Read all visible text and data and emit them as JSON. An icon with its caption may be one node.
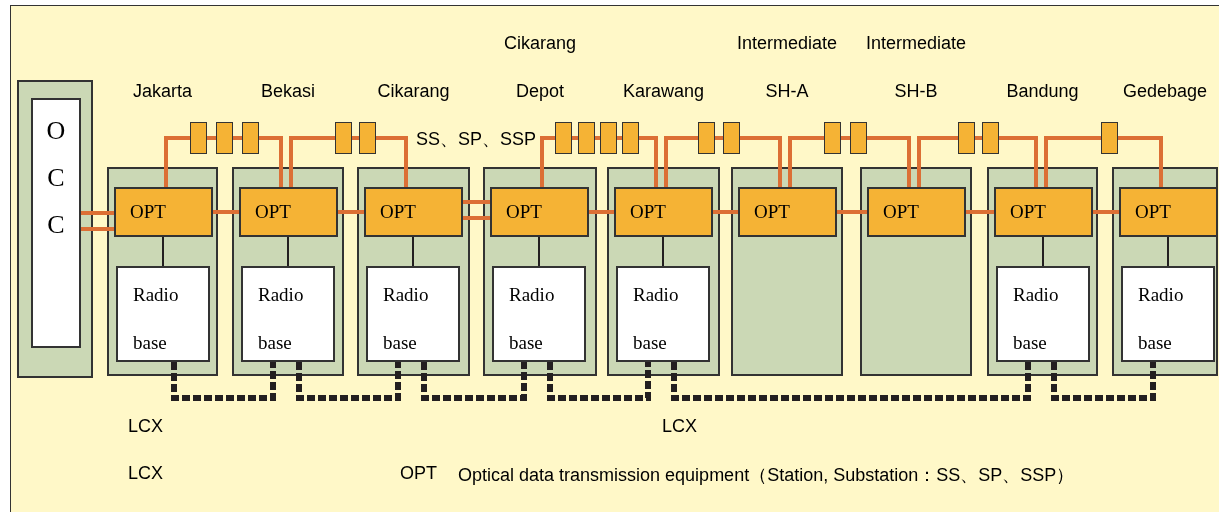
{
  "diagram": {
    "nodes": [
      {
        "text": [
          "O C C"
        ]
      },
      {
        "text": [],
        "shape": "box"
      },
      {
        "text": [
          "OPT"
        ],
        "in": 1
      },
      {
        "text": [
          "Radio base"
        ],
        "in": 1
      },
      {
        "text": [],
        "shape": "box"
      },
      {
        "text": [
          "OPT"
        ],
        "in": 4
      },
      {
        "text": [
          "Radio base"
        ],
        "in": 4
      },
      {
        "text": [],
        "shape": "box"
      },
      {
        "text": [
          "OPT"
        ],
        "in": 7
      },
      {
        "text": [
          "Radio base"
        ],
        "in": 7
      },
      {
        "text": [],
        "shape": "box"
      },
      {
        "text": [
          "OPT"
        ],
        "in": 10
      },
      {
        "text": [
          "Radio base"
        ],
        "in": 10
      },
      {
        "text": [],
        "shape": "box"
      },
      {
        "text": [
          "OPT"
        ],
        "in": 13
      },
      {
        "text": [
          "Radio base"
        ],
        "in": 13
      },
      {
        "text": [],
        "shape": "box"
      },
      {
        "text": [
          "OPT"
        ],
        "in": 16
      },
      {
        "text": [],
        "shape": "box"
      },
      {
        "text": [
          "OPT"
        ],
        "in": 18
      },
      {
        "text": [],
        "shape": "box"
      },
      {
        "text": [
          "OPT"
        ],
        "in": 20
      },
      {
        "text": [
          "Radio base"
        ],
        "in": 20
      },
      {
        "text": [],
        "shape": "box"
      },
      {
        "text": [
          "OPT"
        ],
        "in": 23
      },
      {
        "text": [
          "Radio base"
        ],
        "in": 23
      },
      {
        "text": [],
        "shape": "box"
      },
      {
        "text": [],
        "shape": "box"
      },
      {
        "text": [],
        "shape": "box"
      },
      {
        "text": [],
        "shape": "box"
      },
      {
        "text": [],
        "shape": "box"
      },
      {
        "text": [],
        "shape": "box"
      },
      {
        "text": [],
        "shape": "box"
      },
      {
        "text": [],
        "shape": "box"
      },
      {
        "text": [],
        "shape": "box"
      },
      {
        "text": [],
        "shape": "box"
      },
      {
        "text": [],
        "shape": "box"
      },
      {
        "text": [],
        "shape": "box"
      },
      {
        "text": [],
        "shape": "box"
      },
      {
        "text": [],
        "shape": "box"
      },
      {
        "text": [],
        "shape": "box"
      },
      {
        "text": [],
        "shape": "box"
      }
    ],
    "edges": [
      {
        "from": 0,
        "to": 2,
        "arrow": "none"
      },
      {
        "from": 0,
        "to": 2,
        "arrow": "none"
      },
      {
        "from": 2,
        "to": 5,
        "arrow": "none"
      },
      {
        "from": 5,
        "to": 8,
        "arrow": "none"
      },
      {
        "from": 8,
        "to": 11,
        "arrow": "none"
      },
      {
        "from": 8,
        "to": 11,
        "arrow": "none"
      },
      {
        "from": 11,
        "to": 14,
        "arrow": "none"
      },
      {
        "from": 14,
        "to": 17,
        "arrow": "none"
      },
      {
        "from": 17,
        "to": 19,
        "arrow": "none"
      },
      {
        "from": 19,
        "to": 21,
        "arrow": "none"
      },
      {
        "from": 21,
        "to": 24,
        "arrow": "none"
      },
      {
        "from": 2,
        "to": 26,
        "arrow": "none"
      },
      {
        "from": 26,
        "to": 27,
        "arrow": "none"
      },
      {
        "from": 27,
        "to": 28,
        "arrow": "none"
      },
      {
        "from": 28,
        "to": 5,
        "arrow": "none"
      },
      {
        "from": 5,
        "to": 29,
        "arrow": "none"
      },
      {
        "from": 29,
        "to": 30,
        "arrow": "none"
      },
      {
        "from": 30,
        "to": 8,
        "arrow": "none"
      },
      {
        "from": 11,
        "to": 31,
        "arrow": "none"
      },
      {
        "from": 31,
        "to": 32,
        "arrow": "none"
      },
      {
        "from": 32,
        "to": 33,
        "arrow": "none"
      },
      {
        "from": 33,
        "to": 34,
        "arrow": "none"
      },
      {
        "from": 34,
        "to": 14,
        "arrow": "none"
      },
      {
        "from": 14,
        "to": 35,
        "arrow": "none"
      },
      {
        "from": 35,
        "to": 36,
        "arrow": "none"
      },
      {
        "from": 36,
        "to": 17,
        "arrow": "none"
      },
      {
        "from": 17,
        "to": 37,
        "arrow": "none"
      },
      {
        "from": 37,
        "to": 38,
        "arrow": "none"
      },
      {
        "from": 38,
        "to": 19,
        "arrow": "none"
      },
      {
        "from": 19,
        "to": 39,
        "arrow": "none"
      },
      {
        "from": 39,
        "to": 40,
        "arrow": "none"
      },
      {
        "from": 40,
        "to": 21,
        "arrow": "none"
      },
      {
        "from": 21,
        "to": 41,
        "arrow": "none"
      },
      {
        "from": 41,
        "to": 24,
        "arrow": "none"
      },
      {
        "from": 2,
        "to": 3,
        "arrow": "none",
        "color": "#231f20"
      },
      {
        "from": 5,
        "to": 6,
        "arrow": "none",
        "color": "#231f20"
      },
      {
        "from": 8,
        "to": 9,
        "arrow": "none",
        "color": "#231f20"
      },
      {
        "from": 11,
        "to": 12,
        "arrow": "none",
        "color": "#231f20"
      },
      {
        "from": 14,
        "to": 15,
        "arrow": "none",
        "color": "#231f20"
      },
      {
        "from": 21,
        "to": 22,
        "arrow": "none",
        "color": "#231f20"
      },
      {
        "from": 24,
        "to": 25,
        "arrow": "none",
        "color": "#231f20"
      },
      {
        "from": 3,
        "to": 6,
        "arrow": "none",
        "style": "dashed",
        "color": "#231f20"
      },
      {
        "from": 6,
        "to": 9,
        "arrow": "none",
        "style": "dashed",
        "color": "#231f20"
      },
      {
        "from": 9,
        "to": 12,
        "arrow": "none",
        "style": "dashed",
        "color": "#231f20"
      },
      {
        "from": 12,
        "to": 15,
        "arrow": "none",
        "style": "dashed",
        "color": "#231f20"
      },
      {
        "from": 15,
        "to": 22,
        "arrow": "none",
        "style": "dashed",
        "color": "#231f20"
      },
      {
        "from": 22,
        "to": 25,
        "arrow": "none",
        "style": "dashed",
        "color": "#231f20"
      }
    ],
    "labels": [
      "Jakarta",
      "Bekasi",
      "Cikarang",
      "Cikarang Depot",
      "Karawang",
      "Intermediate SH-A",
      "Intermediate SH-B",
      "Bandung",
      "Gedebage",
      "SS、SP、SSP",
      "LCX",
      "LCX",
      "LCX",
      "OPT",
      "Optical data transmission equipment（Station, Substation：SS、SP、SSP）"
    ]
  }
}
